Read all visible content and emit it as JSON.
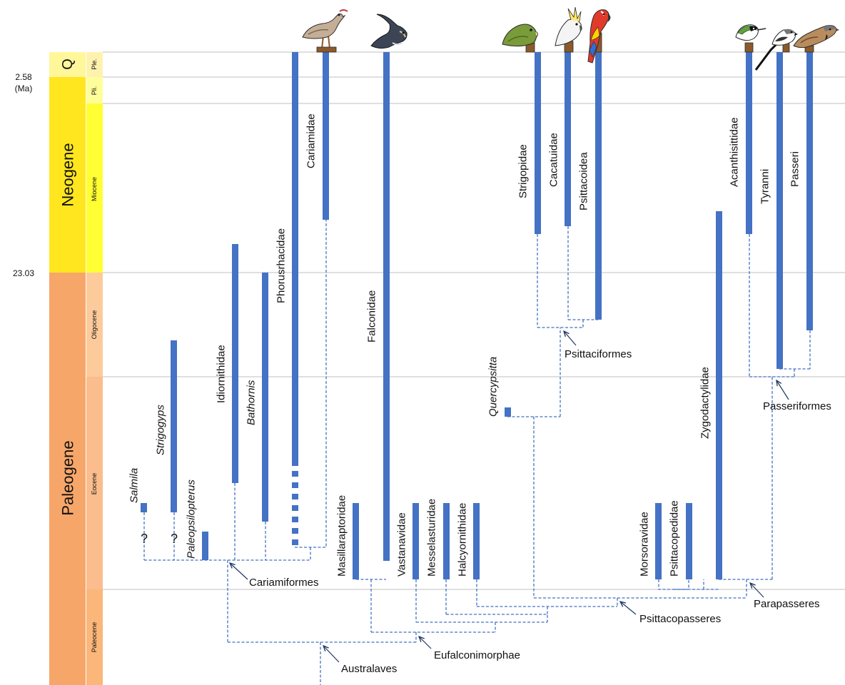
{
  "colors": {
    "bar": "#4472c4",
    "dashed": "#4472c4",
    "gridline": "#bfbfbf",
    "quaternary": "#fff79a",
    "neogene": "#ffe61e",
    "neogene_epoch": "#ffff33",
    "paleogene": "#f7a66a",
    "paleogene_epoch_oligo": "#fdcb9b",
    "paleogene_epoch_eo": "#fbbd8d",
    "paleogene_epoch_paleo": "#fbb67a",
    "pleistocene": "#fff2ae",
    "pliocene": "#ffff99"
  },
  "timescale": {
    "unit_label": "(Ma)",
    "boundaries": [
      "2.58",
      "23.03"
    ],
    "periods": [
      "Q",
      "Neogene",
      "Paleogene"
    ],
    "epochs": [
      "Ple.",
      "Pli.",
      "Miocene",
      "Oligocene",
      "Eocene",
      "Paleocene"
    ]
  },
  "taxa": {
    "salmila": "Salmila",
    "strigogyps": "Strigogyps",
    "paleopsilopterus": "Paleopsilopterus",
    "idiornithidae": "Idiornithidae",
    "bathornis": "Bathornis",
    "phorusrhacidae": "Phorusrhacidae",
    "cariamidae": "Cariamidae",
    "masillaraptoridae": "Masillaraptoridae",
    "falconidae": "Falconidae",
    "vastanavidae": "Vastanavidae",
    "messelasturidae": "Messelasturidae",
    "halcyornithidae": "Halcyornithidae",
    "quercypsitta": "Quercypsitta",
    "strigopidae": "Strigopidae",
    "cacatuidae": "Cacatuidae",
    "psittacoidea": "Psittacoidea",
    "morsoravidae": "Morsoravidae",
    "psittacopedidae": "Psittacopedidae",
    "zygodactylidae": "Zygodactylidae",
    "acanthisittidae": "Acanthisittidae",
    "tyranni": "Tyranni",
    "passeri": "Passeri"
  },
  "uncertain_mark": "?",
  "clades": {
    "cariamiformes": "Cariamiformes",
    "australaves": "Australaves",
    "eufalconimorphae": "Eufalconimorphae",
    "psittacopasseres": "Psittacopasseres",
    "psittaciformes": "Psittaciformes",
    "passeriformes": "Passeriformes",
    "parapasseres": "Parapasseres"
  },
  "icons": [
    "seriema-icon",
    "falcon-icon",
    "kakapo-icon",
    "cockatoo-icon",
    "macaw-icon",
    "rifleman-icon",
    "flycatcher-icon",
    "sparrow-icon"
  ]
}
